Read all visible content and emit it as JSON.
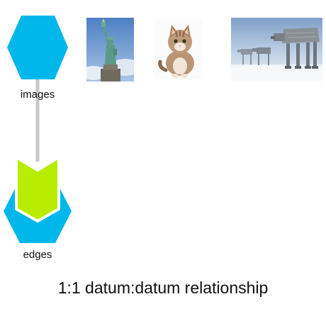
{
  "nodes": {
    "images": {
      "label": "images"
    },
    "edges": {
      "label": "edges"
    }
  },
  "thumbnails": [
    {
      "subject": "statue-of-liberty"
    },
    {
      "subject": "kitten"
    },
    {
      "subject": "at-at-walkers"
    }
  ],
  "caption": "1:1 datum:datum relationship",
  "colors": {
    "node": "#00b7ec",
    "edge_line": "#c8c8c8",
    "chevron": "#b8ec00",
    "text": "#111111"
  }
}
